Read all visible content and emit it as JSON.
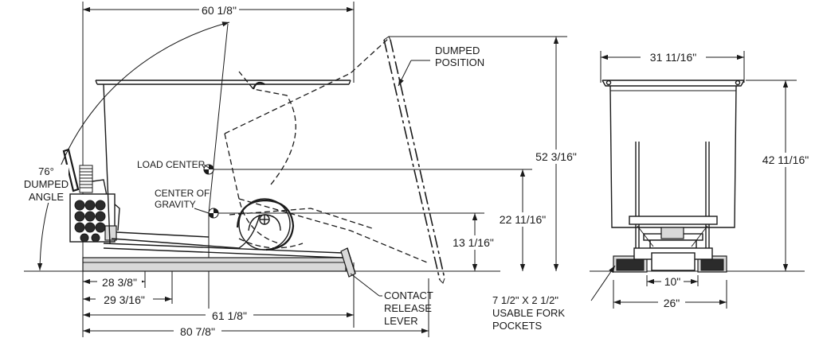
{
  "side_view": {
    "dim_overall_top": "60 1/8\"",
    "label_dumped_position_l1": "DUMPED",
    "label_dumped_position_l2": "POSITION",
    "dim_dumped_height": "52 3/16\"",
    "dim_load_center_height": "22 11/16\"",
    "dim_cog_height": "13 1/16\"",
    "label_load_center": "LOAD CENTER",
    "label_cog_l1": "CENTER OF",
    "label_cog_l2": "GRAVITY",
    "label_angle_value": "76°",
    "label_angle_l1": "DUMPED",
    "label_angle_l2": "ANGLE",
    "dim_28": "28 3/8\"",
    "dim_29": "29 3/16\"",
    "dim_61": "61 1/8\"",
    "dim_80": "80 7/8\"",
    "label_contact_l1": "CONTACT",
    "label_contact_l2": "RELEASE",
    "label_contact_l3": "LEVER"
  },
  "end_view": {
    "dim_width_top": "31 11/16\"",
    "dim_height": "42 11/16\"",
    "dim_pocket_spacing": "10\"",
    "dim_base_width": "26\"",
    "label_fork_l1": "7 1/2\" X 2 1/2\"",
    "label_fork_l2": "USABLE FORK",
    "label_fork_l3": "POCKETS"
  }
}
